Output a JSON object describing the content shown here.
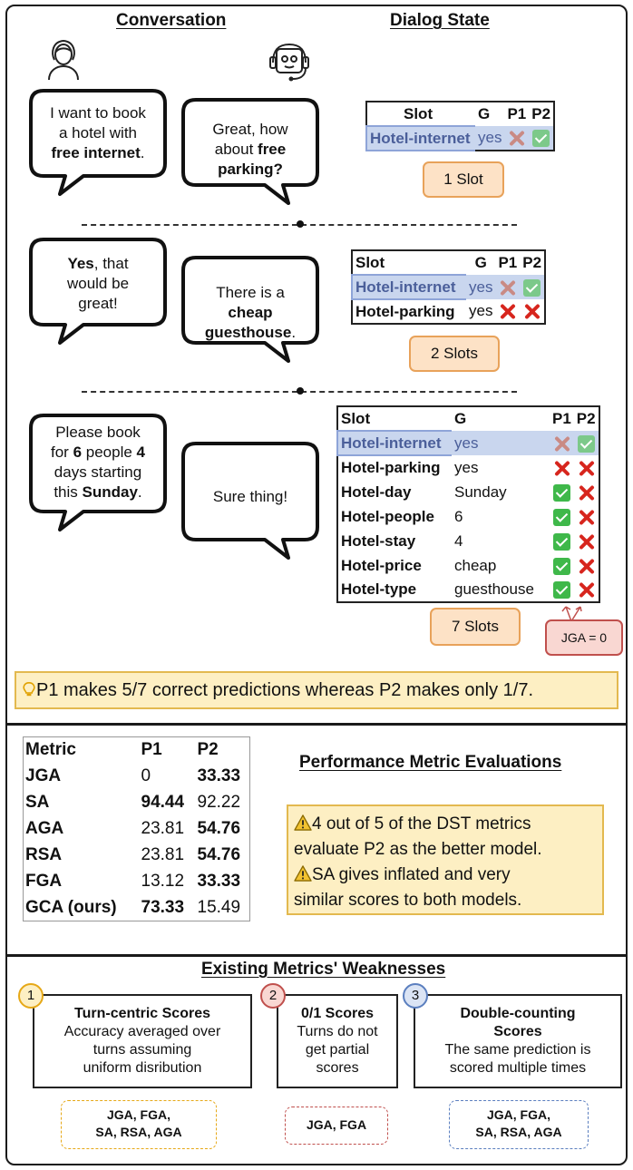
{
  "headers": {
    "conversation": "Conversation",
    "dialog_state": "Dialog State"
  },
  "turns": [
    {
      "user": [
        "I want to book",
        "a hotel with",
        "[b]free internet[/b]."
      ],
      "system": [
        "Great, how",
        "about [b]free[/b]",
        "[b]parking?[/b]"
      ],
      "slot_count": "1 Slot"
    },
    {
      "user": [
        "[b]Yes[/b], that",
        "would be",
        "great!"
      ],
      "system": [
        "There is a",
        "[b]cheap[/b]",
        "[b]guesthouse[/b]."
      ],
      "slot_count": "2 Slots"
    },
    {
      "user": [
        "Please book",
        "for [b]6[/b] people [b]4[/b]",
        "days starting",
        "this [b]Sunday[/b]."
      ],
      "system": [
        "Sure thing!"
      ],
      "slot_count": "7 Slots"
    }
  ],
  "slot_table_header": {
    "slot": "Slot",
    "gold": "G",
    "p1": "P1",
    "p2": "P2"
  },
  "slot_rows": [
    {
      "slot": "Hotel-internet",
      "value": "yes",
      "p1": "wrong",
      "p2": "correct"
    },
    {
      "slot": "Hotel-parking",
      "value": "yes",
      "p1": "wrong",
      "p2": "wrong"
    },
    {
      "slot": "Hotel-day",
      "value": "Sunday",
      "p1": "correct",
      "p2": "wrong"
    },
    {
      "slot": "Hotel-people",
      "value": "6",
      "p1": "correct",
      "p2": "wrong"
    },
    {
      "slot": "Hotel-stay",
      "value": "4",
      "p1": "correct",
      "p2": "wrong"
    },
    {
      "slot": "Hotel-price",
      "value": "cheap",
      "p1": "correct",
      "p2": "wrong"
    },
    {
      "slot": "Hotel-type",
      "value": "guesthouse",
      "p1": "correct",
      "p2": "wrong"
    }
  ],
  "jga_label": "JGA = 0",
  "insight": "P1 makes 5/7 correct predictions whereas P2 makes only 1/7.",
  "metrics_table": {
    "header": {
      "metric": "Metric",
      "p1": "P1",
      "p2": "P2"
    },
    "rows": [
      {
        "name": "JGA",
        "p1": "0",
        "p2": "33.33",
        "best": "p2"
      },
      {
        "name": "SA",
        "p1": "94.44",
        "p2": "92.22",
        "best": "p1"
      },
      {
        "name": "AGA",
        "p1": "23.81",
        "p2": "54.76",
        "best": "p2"
      },
      {
        "name": "RSA",
        "p1": "23.81",
        "p2": "54.76",
        "best": "p2"
      },
      {
        "name": "FGA",
        "p1": "13.12",
        "p2": "33.33",
        "best": "p2"
      },
      {
        "name": "GCA (ours)",
        "p1": "73.33",
        "p2": "15.49",
        "best": "p1"
      }
    ]
  },
  "perf_title": "Performance Metric Evaluations",
  "warnings": [
    [
      "4 out of 5 of the DST metrics",
      "evaluate P2 as the better model."
    ],
    [
      "SA gives inflated and very",
      "similar scores to both models."
    ]
  ],
  "weakness_title": "Existing Metrics' Weaknesses",
  "weaknesses": [
    {
      "num": "1",
      "title": "Turn-centric Scores",
      "desc": [
        "Accuracy averaged over",
        "turns assuming",
        "uniform disribution"
      ],
      "tag": [
        "JGA, FGA,",
        "SA, RSA, AGA"
      ],
      "color": "#e6a817"
    },
    {
      "num": "2",
      "title": "0/1 Scores",
      "desc": [
        "Turns do not",
        "get partial",
        "scores"
      ],
      "tag": [
        "JGA, FGA"
      ],
      "color": "#c0504d"
    },
    {
      "num": "3",
      "title": [
        "Double-counting",
        "Scores"
      ],
      "desc": [
        "The same prediction is",
        "scored multiple times"
      ],
      "tag": [
        "JGA, FGA,",
        "SA, RSA, AGA"
      ],
      "color": "#5b7fbf"
    }
  ],
  "icons": {
    "user": "woman-avatar-icon",
    "bot": "robot-headset-icon",
    "check": "green-check-icon",
    "cross": "red-cross-icon",
    "bulb": "lightbulb-icon",
    "warning": "warning-triangle-icon"
  },
  "colors": {
    "highlight": "#c9d6ee",
    "slot_pill": "#fde2c6",
    "note_bg": "#fdefc3",
    "jga_bg": "#f9d7d2"
  }
}
